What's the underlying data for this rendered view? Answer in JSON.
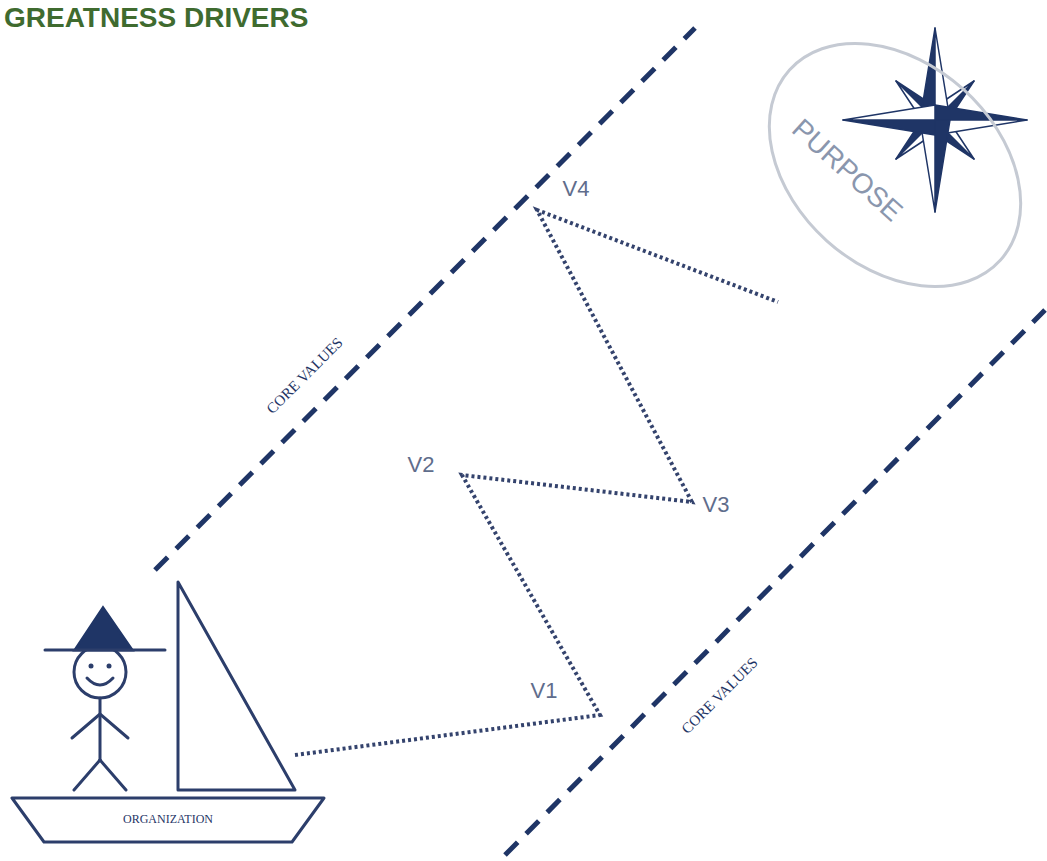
{
  "diagram": {
    "title": "GREATNESS DRIVERS",
    "nodes": [
      {
        "text": [
          "PURPOSE"
        ]
      },
      {
        "text": [
          "ORGANIZATION"
        ]
      }
    ],
    "labels": [
      "CORE VALUES",
      "CORE VALUES",
      "V1",
      "V2",
      "V3",
      "V4"
    ]
  }
}
